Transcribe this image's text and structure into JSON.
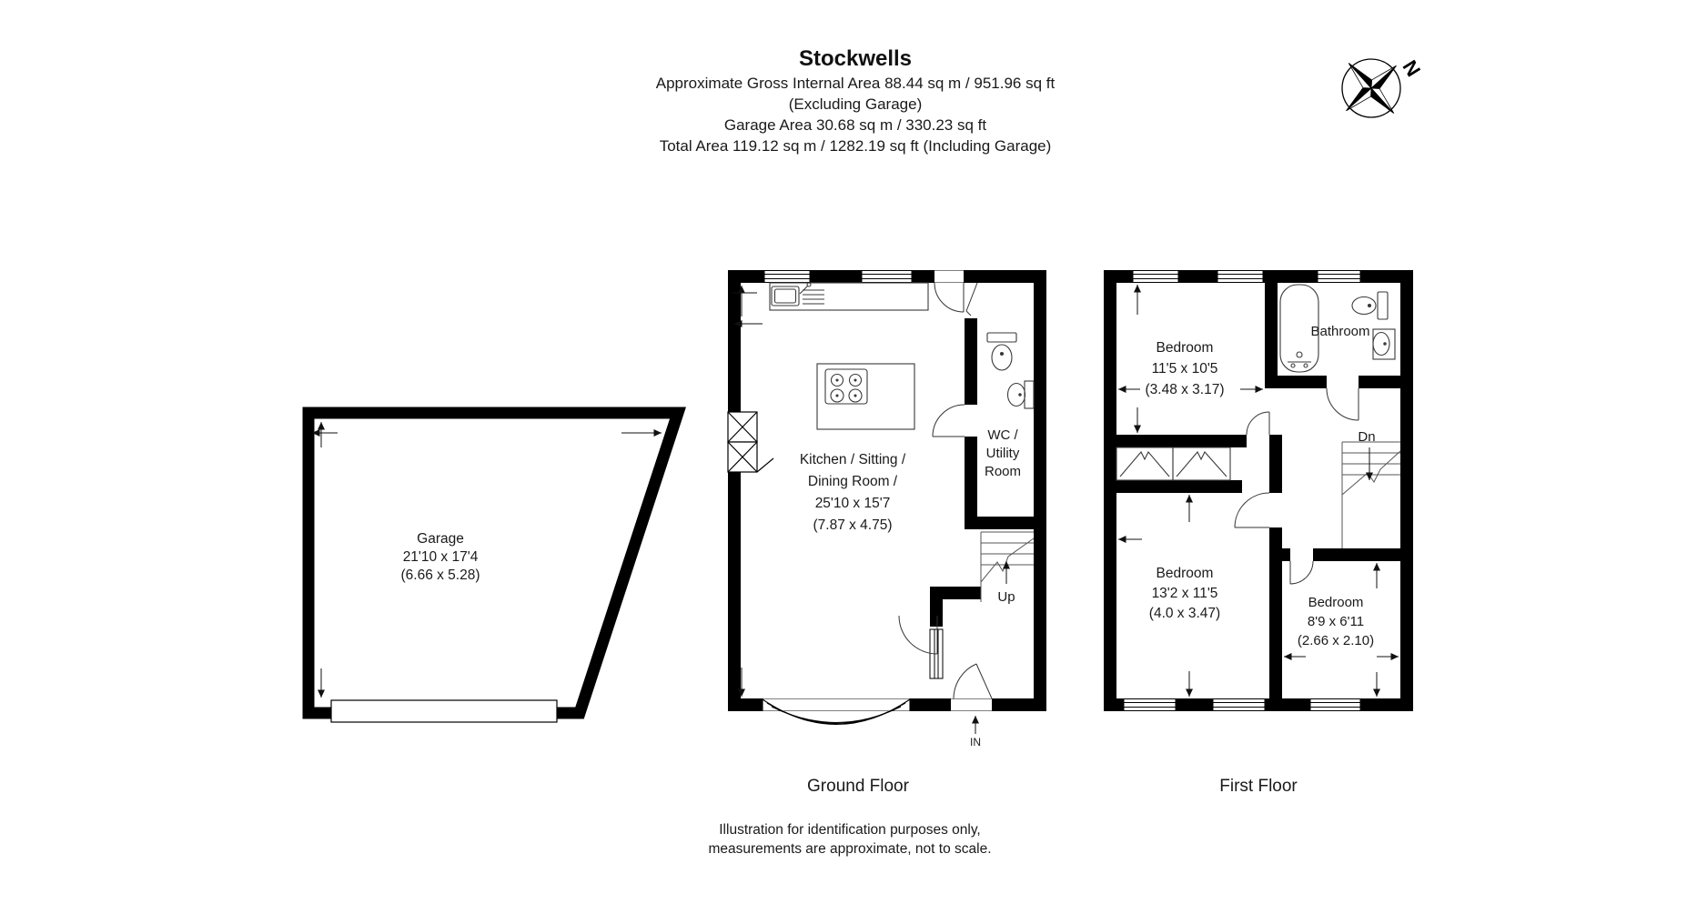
{
  "colors": {
    "wall": "#000000",
    "fixture_line": "#3a3a3a",
    "text": "#1a1a1a",
    "background": "#ffffff"
  },
  "header": {
    "title": "Stockwells",
    "lines": [
      "Approximate Gross Internal Area 88.44 sq m / 951.96 sq ft",
      "(Excluding Garage)",
      "Garage Area 30.68 sq m / 330.23 sq ft",
      "Total Area 119.12 sq m / 1282.19 sq ft (Including Garage)"
    ]
  },
  "compass": {
    "north": "N"
  },
  "garage": {
    "label_lines": [
      "Garage",
      "21'10 x 17'4",
      "(6.66 x 5.28)"
    ]
  },
  "ground_floor": {
    "label": "Ground Floor",
    "kitchen_lines": [
      "Kitchen / Sitting /",
      "Dining Room /",
      "25'10 x 15'7",
      "(7.87 x 4.75)"
    ],
    "wc_lines": [
      "WC /",
      "Utility",
      "Room"
    ],
    "up": "Up",
    "entrance": "IN"
  },
  "first_floor": {
    "label": "First Floor",
    "bathroom": "Bathroom",
    "down": "Dn",
    "bedroom1_lines": [
      "Bedroom",
      "11'5 x 10'5",
      "(3.48 x 3.17)"
    ],
    "bedroom2_lines": [
      "Bedroom",
      "13'2 x 11'5",
      "(4.0 x 3.47)"
    ],
    "bedroom3_lines": [
      "Bedroom",
      "8'9 x 6'11",
      "(2.66 x 2.10)"
    ]
  },
  "footer": {
    "lines": [
      "Illustration for identification purposes only,",
      "measurements are approximate, not to scale."
    ]
  }
}
